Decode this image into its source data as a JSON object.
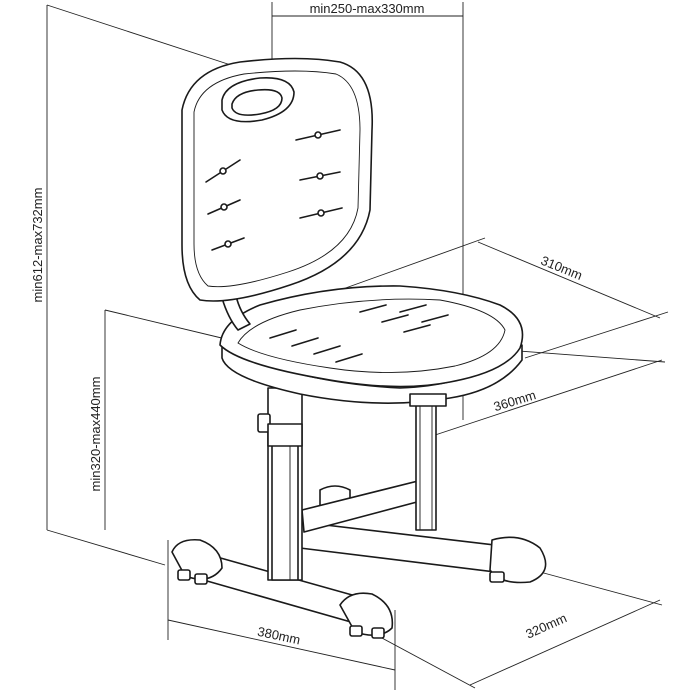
{
  "dimensions": {
    "backrest_height": "min250-max330mm",
    "total_height": "min612-max732mm",
    "seat_height": "min320-max440mm",
    "seat_depth": "310mm",
    "seat_width": "360mm",
    "base_depth": "320mm",
    "base_width": "380mm"
  },
  "colors": {
    "line": "#1a1a1a",
    "background": "#ffffff"
  }
}
